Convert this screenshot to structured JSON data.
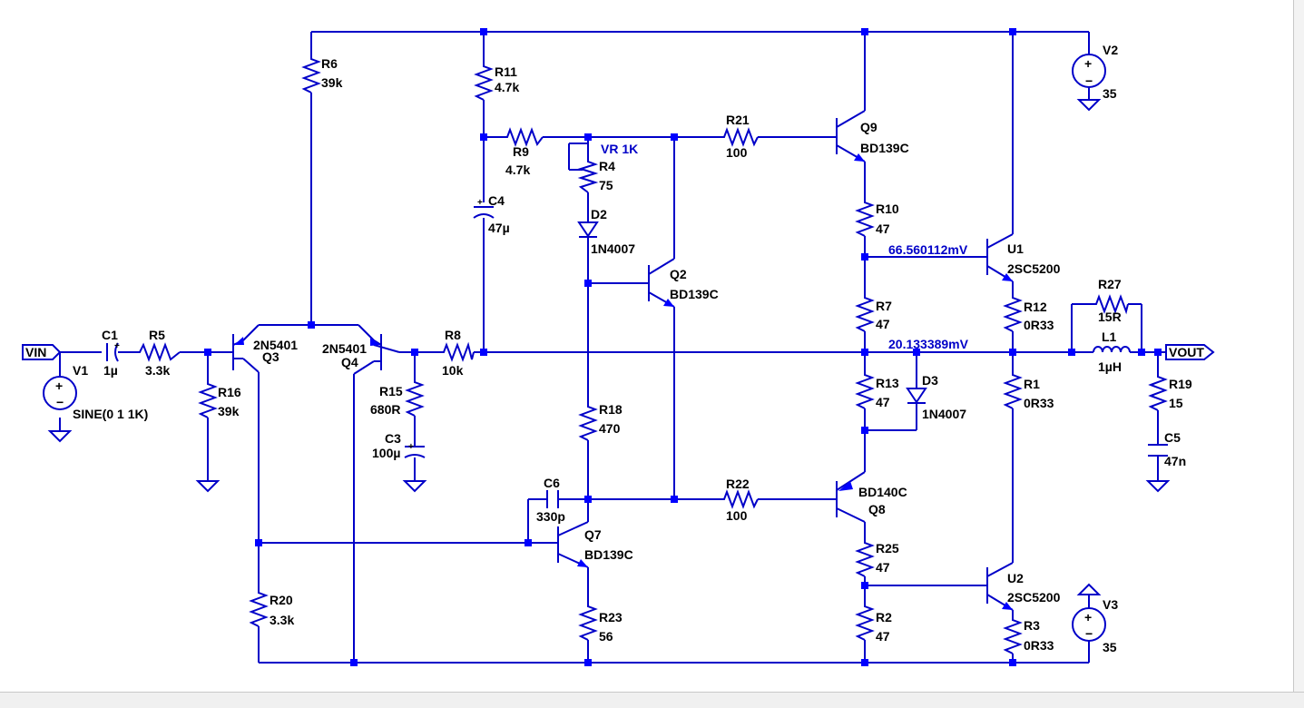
{
  "components": [
    {
      "id": "r6",
      "ref": "R6",
      "value": "39k"
    },
    {
      "id": "r11",
      "ref": "R11",
      "value": "4.7k"
    },
    {
      "id": "r9",
      "ref": "R9",
      "value": "4.7k"
    },
    {
      "id": "r4",
      "ref": "R4",
      "value": "75"
    },
    {
      "id": "d2",
      "ref": "D2",
      "value": "1N4007"
    },
    {
      "id": "c4",
      "ref": "C4",
      "value": "47µ"
    },
    {
      "id": "q2",
      "ref": "Q2",
      "value": "BD139C"
    },
    {
      "id": "r21",
      "ref": "R21",
      "value": "100"
    },
    {
      "id": "q9",
      "ref": "Q9",
      "value": "BD139C"
    },
    {
      "id": "v2",
      "ref": "V2",
      "value": "35"
    },
    {
      "id": "r10",
      "ref": "R10",
      "value": "47"
    },
    {
      "id": "u1",
      "ref": "U1",
      "value": "2SC5200"
    },
    {
      "id": "r7",
      "ref": "R7",
      "value": "47"
    },
    {
      "id": "r12",
      "ref": "R12",
      "value": "0R33"
    },
    {
      "id": "r27",
      "ref": "R27",
      "value": "15R"
    },
    {
      "id": "l1",
      "ref": "L1",
      "value": "1µH"
    },
    {
      "id": "c1",
      "ref": "C1",
      "value": "1µ"
    },
    {
      "id": "r5",
      "ref": "R5",
      "value": "3.3k"
    },
    {
      "id": "v1",
      "ref": "V1",
      "value": "SINE(0 1 1K)"
    },
    {
      "id": "q3",
      "ref": "Q3",
      "value": "2N5401"
    },
    {
      "id": "q4",
      "ref": "Q4",
      "value": "2N5401"
    },
    {
      "id": "r8",
      "ref": "R8",
      "value": "10k"
    },
    {
      "id": "r16",
      "ref": "R16",
      "value": "39k"
    },
    {
      "id": "r15",
      "ref": "R15",
      "value": "680R"
    },
    {
      "id": "c3",
      "ref": "C3",
      "value": "100µ"
    },
    {
      "id": "r18",
      "ref": "R18",
      "value": "470"
    },
    {
      "id": "r13",
      "ref": "R13",
      "value": "47"
    },
    {
      "id": "d3",
      "ref": "D3",
      "value": "1N4007"
    },
    {
      "id": "r1",
      "ref": "R1",
      "value": "0R33"
    },
    {
      "id": "r19",
      "ref": "R19",
      "value": "15"
    },
    {
      "id": "c5",
      "ref": "C5",
      "value": "47n"
    },
    {
      "id": "c6",
      "ref": "C6",
      "value": "330p"
    },
    {
      "id": "r22",
      "ref": "R22",
      "value": "100"
    },
    {
      "id": "q8",
      "ref": "Q8",
      "value": "BD140C"
    },
    {
      "id": "q7",
      "ref": "Q7",
      "value": "BD139C"
    },
    {
      "id": "r25",
      "ref": "R25",
      "value": "47"
    },
    {
      "id": "u2",
      "ref": "U2",
      "value": "2SC5200"
    },
    {
      "id": "r20",
      "ref": "R20",
      "value": "3.3k"
    },
    {
      "id": "r23",
      "ref": "R23",
      "value": "56"
    },
    {
      "id": "r2",
      "ref": "R2",
      "value": "47"
    },
    {
      "id": "r3",
      "ref": "R3",
      "value": "0R33"
    },
    {
      "id": "v3",
      "ref": "V3",
      "value": "35"
    }
  ],
  "net_labels": {
    "vin": "VIN",
    "vout": "VOUT"
  },
  "spice_directive": "VR 1K",
  "probes": {
    "vbias": "66.560112mV",
    "vout_dc": "20.133389mV"
  },
  "colors": {
    "wire": "#0000c8",
    "junction": "#0000ff",
    "text": "#000000",
    "probe_text": "#0000c8"
  }
}
